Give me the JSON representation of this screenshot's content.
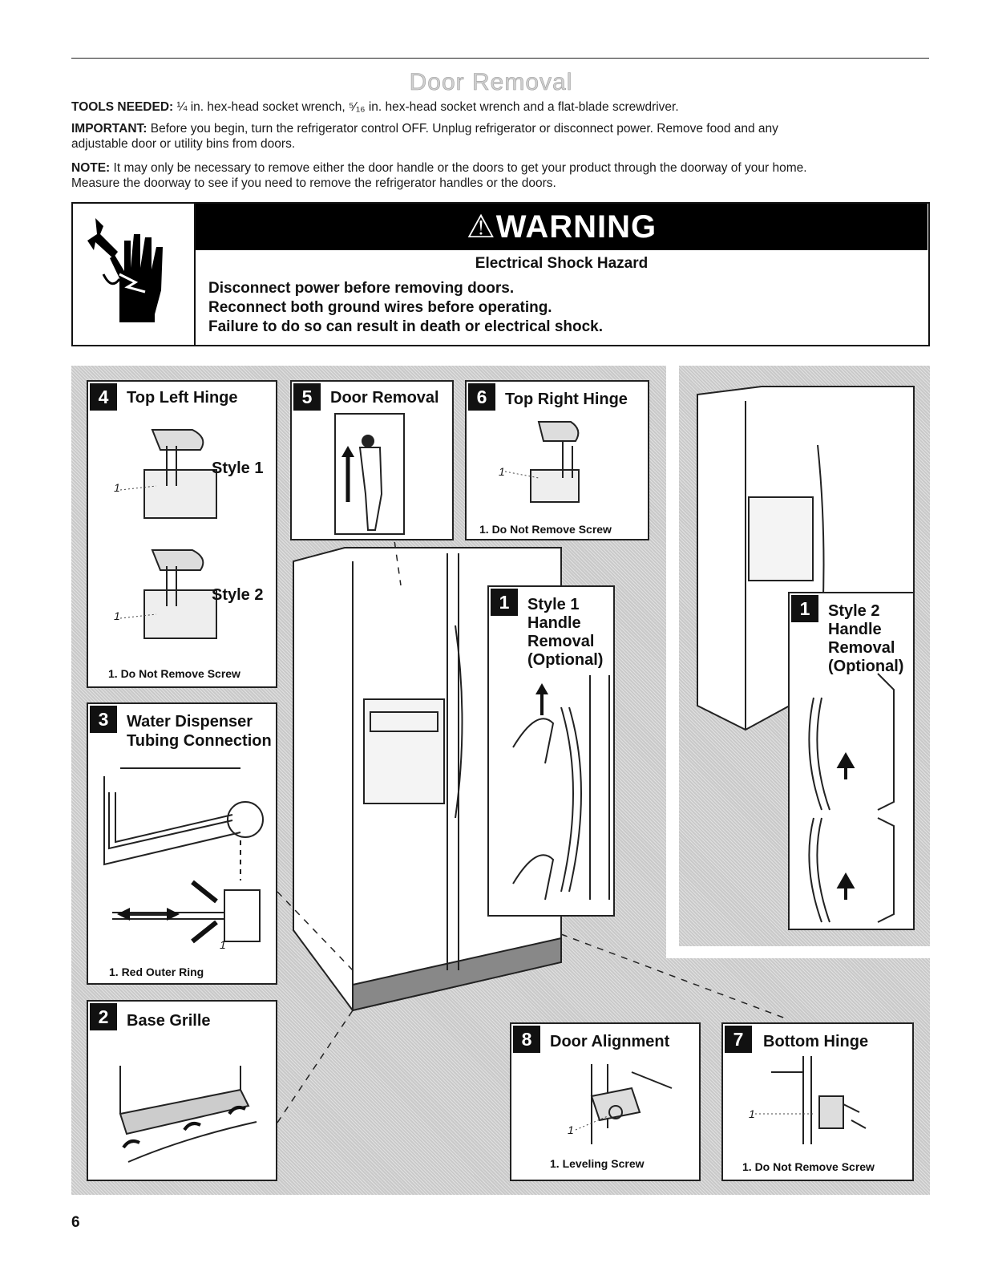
{
  "title": "Door Removal",
  "tools": {
    "label": "TOOLS NEEDED:",
    "text": "¼ in. hex-head socket wrench, ⁵⁄₁₆ in. hex-head socket wrench and a flat-blade screwdriver."
  },
  "important": {
    "label": "IMPORTANT:",
    "line1": "Before you begin, turn the refrigerator control OFF. Unplug refrigerator or disconnect power. Remove food and any",
    "line2": "adjustable door or utility bins from doors."
  },
  "note": {
    "label": "NOTE:",
    "line1": "It may only be necessary to remove either the door handle or the doors to get your product through the doorway of your home.",
    "line2": "Measure the doorway to see if you need to remove the refrigerator handles or the doors."
  },
  "warning": {
    "symbol": "⚠",
    "title": "WARNING",
    "hazard": "Electrical Shock Hazard",
    "lines": [
      "Disconnect power before removing doors.",
      "Reconnect both ground wires before operating.",
      "Failure to do so can result in death or electrical shock."
    ]
  },
  "panels": {
    "p4": {
      "num": "4",
      "title": "Top Left Hinge",
      "style1": "Style 1",
      "style2": "Style 2",
      "callout": "1",
      "caption": "1. Do Not Remove Screw"
    },
    "p5": {
      "num": "5",
      "title": "Door Removal"
    },
    "p6": {
      "num": "6",
      "title": "Top Right Hinge",
      "callout": "1",
      "caption": "1. Do Not Remove Screw"
    },
    "p1a": {
      "num": "1",
      "title_lines": [
        "Style 1",
        "Handle",
        "Removal",
        "(Optional)"
      ]
    },
    "p1b": {
      "num": "1",
      "title_lines": [
        "Style 2",
        "Handle",
        "Removal",
        "(Optional)"
      ]
    },
    "p3": {
      "num": "3",
      "title_lines": [
        "Water Dispenser",
        "Tubing Connection"
      ],
      "callout": "1",
      "caption": "1. Red Outer Ring"
    },
    "p2": {
      "num": "2",
      "title": "Base Grille"
    },
    "p8": {
      "num": "8",
      "title": "Door Alignment",
      "callout": "1",
      "caption": "1. Leveling Screw"
    },
    "p7": {
      "num": "7",
      "title": "Bottom Hinge",
      "callout": "1",
      "caption": "1. Do Not Remove Screw"
    }
  },
  "page_number": "6"
}
